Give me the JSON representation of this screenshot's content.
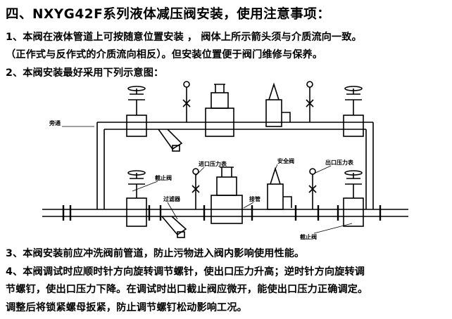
{
  "title": "四、NXYG42F系列液体减压阀安装，使用注意事项：",
  "paragraphs": {
    "p1": "1、本阀在液体管道上可按随意位置安装 ， 阀体上所示箭头须与介质流向一致。",
    "p2": "（正作式与反作式的介质流向相反）。但安装位置便于阀门维修与保养。",
    "p3": "2、本阀安装最好采用下列示意图：",
    "p4": "3、本阀安装前应冲洗阀前管道，防止污物进入阀内影响使用性能。",
    "p5": "4、本阀调试时应顺时针方向旋转调节螺针，使出口压力升高；逆时针方向旋转调",
    "p6": "节螺钉，使出口压力下降。在调试时出口截止阀应微开，能使出口压力正确调定。",
    "p7": "调整后将锁紧螺母扳紧，防止调节螺钉松动影响工况。"
  },
  "diagram_labels": {
    "bypass": "旁通",
    "stop_valve_in": "截止阀",
    "filter": "过滤器",
    "inlet_gauge": "进口压力表",
    "safety_valve": "安全阀",
    "outlet_gauge": "出口压力表",
    "pipe_joint": "接管",
    "stop_valve_out": "截止阀"
  }
}
